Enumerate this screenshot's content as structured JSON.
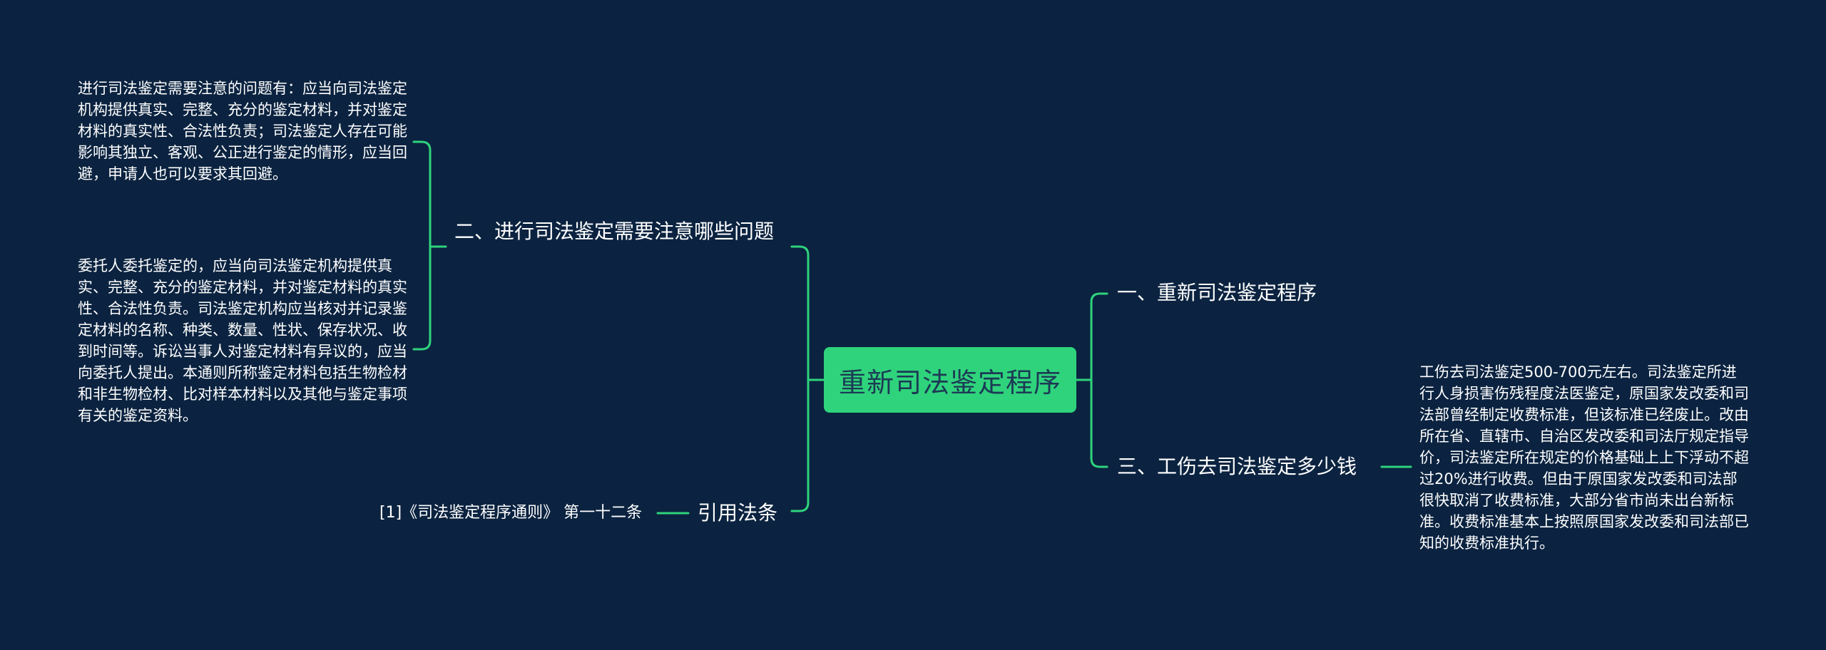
{
  "root": {
    "label": "重新司法鉴定程序"
  },
  "branches": {
    "b1": {
      "label": "二、进行司法鉴定需要注意哪些问题"
    },
    "b2": {
      "label": "引用法条"
    },
    "b3": {
      "label": "一、重新司法鉴定程序"
    },
    "b4": {
      "label": "三、工伤去司法鉴定多少钱"
    }
  },
  "leaves": {
    "l1": "进行司法鉴定需要注意的问题有：应当向司法鉴定机构提供真实、完整、充分的鉴定材料，并对鉴定材料的真实性、合法性负责；司法鉴定人存在可能影响其独立、客观、公正进行鉴定的情形，应当回避，申请人也可以要求其回避。",
    "l2": "委托人委托鉴定的，应当向司法鉴定机构提供真实、完整、充分的鉴定材料，并对鉴定材料的真实性、合法性负责。司法鉴定机构应当核对并记录鉴定材料的名称、种类、数量、性状、保存状况、收到时间等。诉讼当事人对鉴定材料有异议的，应当向委托人提出。本通则所称鉴定材料包括生物检材和非生物检材、比对样本材料以及其他与鉴定事项有关的鉴定资料。",
    "l3": "[1]《司法鉴定程序通则》 第一十二条",
    "l4": "工伤去司法鉴定500-700元左右。司法鉴定所进行人身损害伤残程度法医鉴定，原国家发改委和司法部曾经制定收费标准，但该标准已经废止。改由所在省、直辖市、自治区发改委和司法厅规定指导价，司法鉴定所在规定的价格基础上上下浮动不超过20%进行收费。但由于原国家发改委和司法部很快取消了收费标准，大部分省市尚未出台新标准。收费标准基本上按照原国家发改委和司法部已知的收费标准执行。"
  },
  "colors": {
    "background": "#0b2340",
    "root_fill": "#2fd37c",
    "link": "#2fd37c",
    "text": "#ffffff",
    "root_text": "#1c3a55"
  }
}
